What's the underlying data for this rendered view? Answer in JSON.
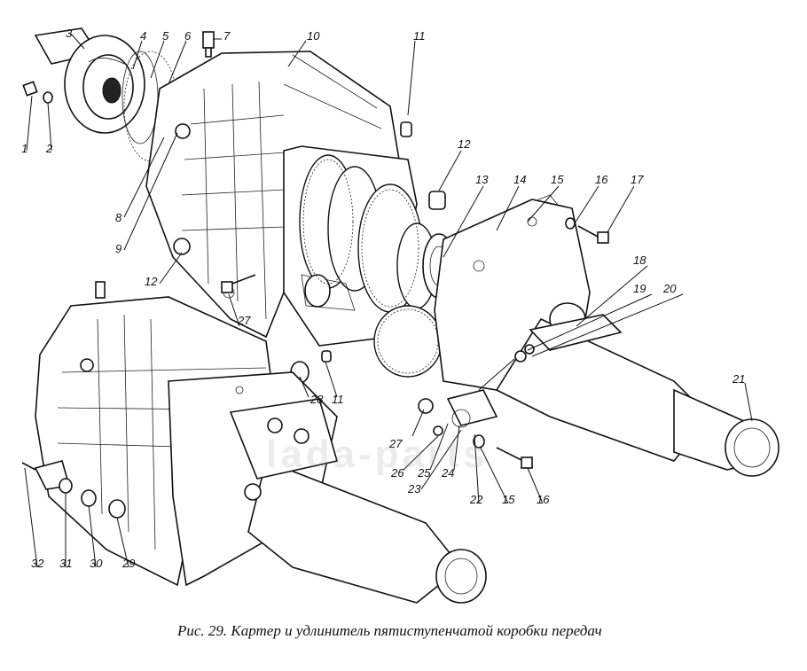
{
  "caption": "Рис. 29. Картер и удлинитель пятиступенчатой коробки передач",
  "watermark": "lada-parts",
  "callouts": [
    {
      "id": "c1",
      "text": "1"
    },
    {
      "id": "c2",
      "text": "2"
    },
    {
      "id": "c3",
      "text": "3"
    },
    {
      "id": "c4",
      "text": "4"
    },
    {
      "id": "c5",
      "text": "5"
    },
    {
      "id": "c6",
      "text": "6"
    },
    {
      "id": "c7",
      "text": "7"
    },
    {
      "id": "c8",
      "text": "8"
    },
    {
      "id": "c9",
      "text": "9"
    },
    {
      "id": "c10",
      "text": "10"
    },
    {
      "id": "c11a",
      "text": "11"
    },
    {
      "id": "c11b",
      "text": "11"
    },
    {
      "id": "c12a",
      "text": "12"
    },
    {
      "id": "c12b",
      "text": "12"
    },
    {
      "id": "c13",
      "text": "13"
    },
    {
      "id": "c14",
      "text": "14"
    },
    {
      "id": "c15a",
      "text": "15"
    },
    {
      "id": "c15b",
      "text": "15"
    },
    {
      "id": "c16a",
      "text": "16"
    },
    {
      "id": "c16b",
      "text": "16"
    },
    {
      "id": "c17",
      "text": "17"
    },
    {
      "id": "c18",
      "text": "18"
    },
    {
      "id": "c19",
      "text": "19"
    },
    {
      "id": "c20",
      "text": "20"
    },
    {
      "id": "c21",
      "text": "21"
    },
    {
      "id": "c22",
      "text": "22"
    },
    {
      "id": "c23",
      "text": "23"
    },
    {
      "id": "c24",
      "text": "24"
    },
    {
      "id": "c25",
      "text": "25"
    },
    {
      "id": "c26",
      "text": "26"
    },
    {
      "id": "c27a",
      "text": "27"
    },
    {
      "id": "c27b",
      "text": "27"
    },
    {
      "id": "c28",
      "text": "28"
    },
    {
      "id": "c29",
      "text": "29"
    },
    {
      "id": "c30",
      "text": "30"
    },
    {
      "id": "c31",
      "text": "31"
    },
    {
      "id": "c32",
      "text": "32"
    }
  ]
}
